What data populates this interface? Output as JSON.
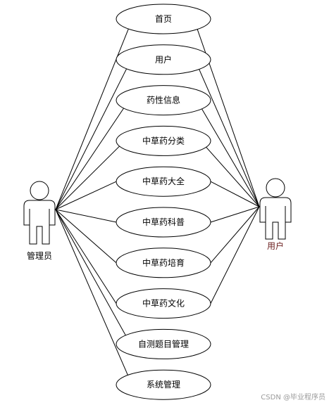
{
  "actors": {
    "admin": {
      "label": "管理员",
      "color": "#000000"
    },
    "user": {
      "label": "用户",
      "color": "#6b1e1e"
    }
  },
  "use_cases": [
    {
      "label": "首页",
      "admin": true,
      "user": true
    },
    {
      "label": "用户",
      "admin": true,
      "user": true
    },
    {
      "label": "药性信息",
      "admin": true,
      "user": true
    },
    {
      "label": "中草药分类",
      "admin": true,
      "user": true
    },
    {
      "label": "中草药大全",
      "admin": true,
      "user": true
    },
    {
      "label": "中草药科普",
      "admin": true,
      "user": true
    },
    {
      "label": "中草药培育",
      "admin": true,
      "user": true
    },
    {
      "label": "中草药文化",
      "admin": true,
      "user": true
    },
    {
      "label": "自测题目管理",
      "admin": true,
      "user": false
    },
    {
      "label": "系统管理",
      "admin": true,
      "user": false
    }
  ],
  "watermark": "CSDN @毕业程序员"
}
